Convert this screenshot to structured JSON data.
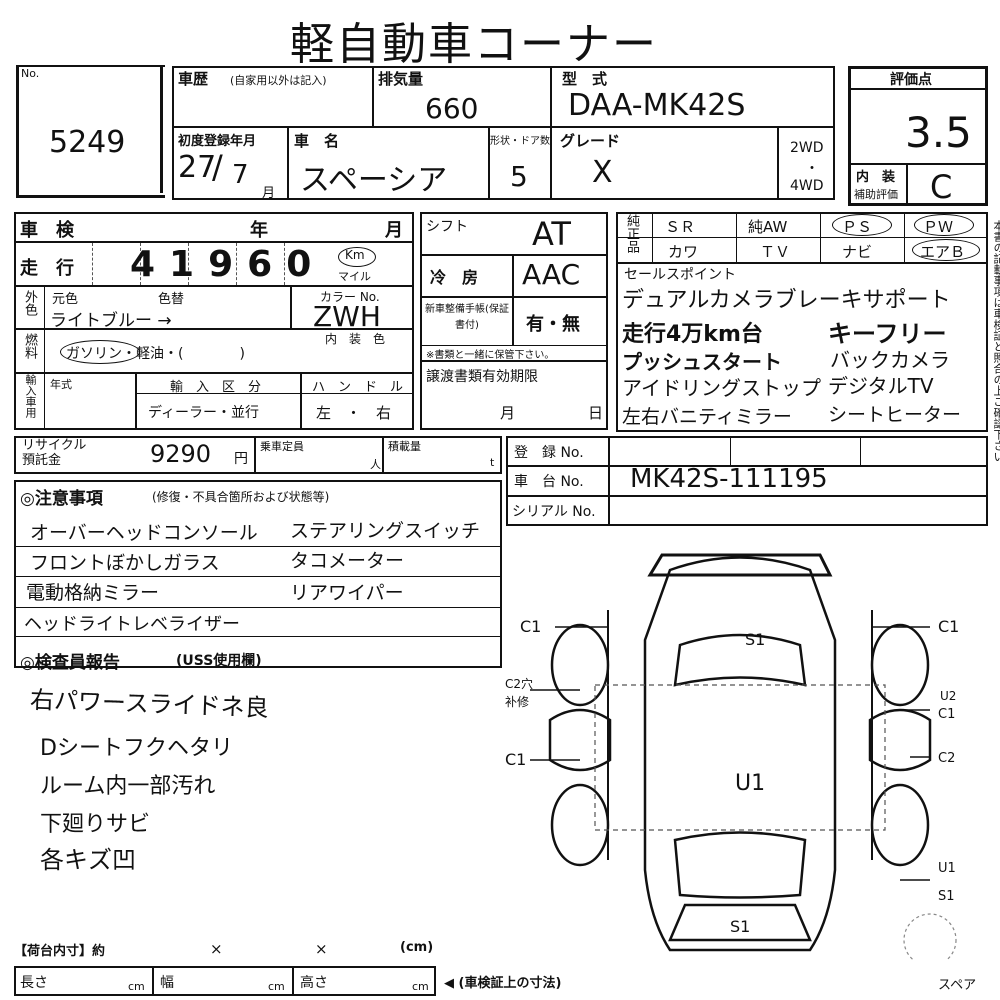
{
  "header": {
    "title": "軽自動車コーナー"
  },
  "lot": {
    "no_label": "No.",
    "number": "5249"
  },
  "history": {
    "label": "車歴",
    "sub": "(自家用以外は記入)"
  },
  "displacement": {
    "label": "排気量",
    "value": "660"
  },
  "model": {
    "label": "型　式",
    "value": "DAA-MK42S"
  },
  "first_reg": {
    "label": "初度登録年月",
    "year": "27",
    "month": "7",
    "month_unit": "月"
  },
  "car_name": {
    "label": "車　名",
    "value": "スペーシア"
  },
  "doors": {
    "label": "形状・ドア数",
    "value": "5"
  },
  "grade": {
    "label": "グレード",
    "value": "X"
  },
  "drive": {
    "opt1": "2WD",
    "opt2": "4WD"
  },
  "score": {
    "label": "評価点",
    "value": "3.5",
    "interior_label": "内　装",
    "interior_sub": "補助評価",
    "interior_value": "C"
  },
  "inspection": {
    "label": "車　検",
    "year_unit": "年",
    "month_unit": "月"
  },
  "mileage": {
    "label": "走　行",
    "value": "41960",
    "unit_km": "Km",
    "unit_mile": "マイル"
  },
  "color": {
    "label_outer": "外色",
    "orig": "元色",
    "changed": "色替",
    "value": "ライトブルー →",
    "code_label": "カラー No.",
    "code_value": "ZWH",
    "interior_label": "内　装　色"
  },
  "fuel": {
    "label": "燃料",
    "options": "ガソリン・軽油・(　　　　)"
  },
  "import": {
    "label": "輸入車用",
    "year_label": "年式",
    "category_label": "輸　入　区　分",
    "category_value": "ディーラー・並行",
    "handle_label": "ハ　ン　ド　ル",
    "handle_value": "左　・　右"
  },
  "shift": {
    "label": "シフト",
    "value": "AT"
  },
  "ac": {
    "label": "冷　房",
    "value": "AAC"
  },
  "manual": {
    "label": "新車整備手帳(保証書付)",
    "value": "有・無",
    "note": "※書類と一緒に保管下さい。"
  },
  "docs": {
    "label": "譲渡書類有効期限",
    "month": "月",
    "day": "日"
  },
  "genuine": {
    "label": "純正品",
    "row1": [
      "ＳＲ",
      "純AW",
      "ＰＳ",
      "ＰＷ"
    ],
    "row2": [
      "カワ",
      "ＴＶ",
      "ナビ",
      "エアＢ"
    ]
  },
  "sales": {
    "label": "セールスポイント",
    "lines": [
      "デュアルカメラブレーキサポート",
      "走行4万km台",
      "キーフリー",
      "プッシュスタート",
      "バックカメラ",
      "アイドリングストップ",
      "デジタルTV",
      "左右バニティミラー",
      "シートヒーター"
    ]
  },
  "recycle": {
    "label": "リサイクル預託金",
    "value": "9290",
    "unit": "円"
  },
  "capacity": {
    "label": "乗車定員",
    "unit": "人"
  },
  "load": {
    "label": "積載量",
    "unit": "t"
  },
  "registration": {
    "label": "登　録 No."
  },
  "chassis": {
    "label": "車　台 No.",
    "value": "MK42S-111195"
  },
  "serial": {
    "label": "シリアル No."
  },
  "notes": {
    "label": "◎注意事項",
    "sub": "(修復・不具合箇所および状態等)",
    "items": [
      "オーバーヘッドコンソール",
      "ステアリングスイッチ",
      "フロントぼかしガラス",
      "タコメーター",
      "電動格納ミラー",
      "リアワイパー",
      "ヘッドライトレベライザー"
    ]
  },
  "inspector": {
    "label": "◎検査員報告",
    "sub": "(USS使用欄)",
    "lines": [
      "右パワースライドネ良",
      "Dシートフクヘタリ",
      "ルーム内一部汚れ",
      "下廻りサビ",
      "各キズ凹"
    ]
  },
  "diagram": {
    "marks": [
      "C1",
      "C1",
      "S1",
      "C2穴",
      "补修",
      "U2",
      "C1",
      "C1",
      "U1",
      "C2",
      "U1",
      "S1",
      "S1"
    ],
    "spare": "スペア"
  },
  "cargo": {
    "label": "【荷台内寸】約",
    "x": "×",
    "cm": "(cm)",
    "length": "長さ",
    "width": "幅",
    "height": "高さ",
    "unit": "cm",
    "note": "◀ (車検証上の寸法)"
  },
  "side_text": "本書の記載事項は車検証と照合の上ご確認下さい"
}
